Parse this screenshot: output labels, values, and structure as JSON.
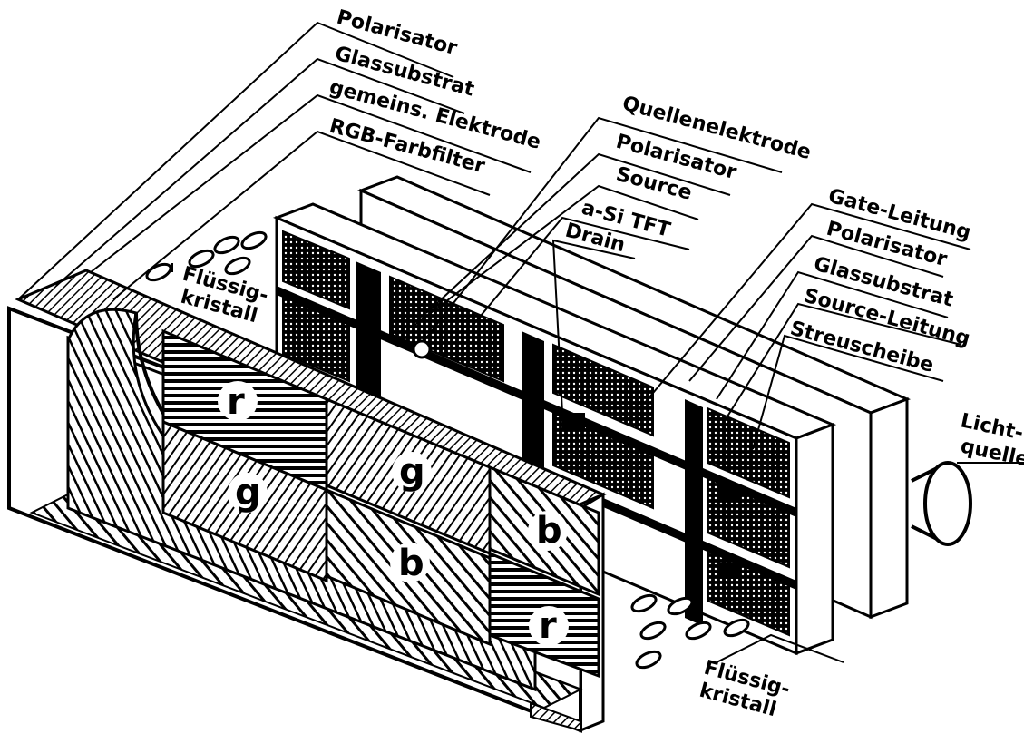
{
  "labels": {
    "polarisator_front": "Polarisator",
    "glassubstrat_front": "Glassubstrat",
    "gemeins_elektrode": "gemeins. Elektrode",
    "rgb_farbfilter": "RGB-Farbfilter",
    "fluessig_top_1": "Flüssig-",
    "fluessig_top_2": "kristall",
    "quellenelektrode": "Quellenelektrode",
    "polarisator_mid": "Polarisator",
    "source": "Source",
    "a_si_tft": "a-Si TFT",
    "drain": "Drain",
    "gate_leitung": "Gate-Leitung",
    "polarisator_back": "Polarisator",
    "glassubstrat_back": "Glassubstrat",
    "source_leitung": "Source-Leitung",
    "streuscheibe": "Streuscheibe",
    "licht_1": "Licht-",
    "licht_2": "quelle",
    "fluessig_bottom_1": "Flüssig-",
    "fluessig_bottom_2": "kristall"
  },
  "cells": {
    "r_top": "r",
    "g_left": "g",
    "g_right": "g",
    "b_mid": "b",
    "b_right": "b",
    "r_right": "r"
  }
}
